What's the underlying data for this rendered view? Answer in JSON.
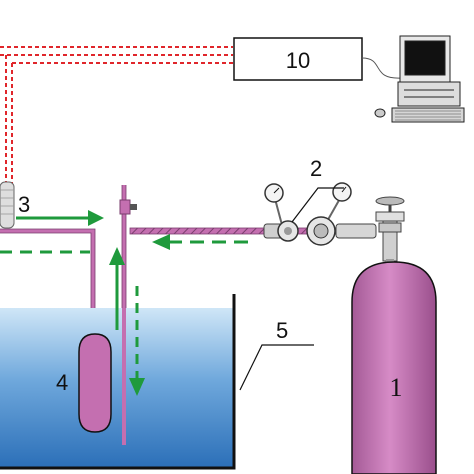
{
  "labels": {
    "cylinder": "1",
    "regulator": "2",
    "left_unit": "3",
    "vessel": "4",
    "bath": "5",
    "control_box": "10"
  },
  "colors": {
    "tube": "#c46fb0",
    "tube_dark": "#7a3d6e",
    "signal_line": "#e0262b",
    "flow_arrow": "#1f9a3c",
    "water_top": "#cfe6f7",
    "water_bottom": "#2b79c4",
    "outline": "#111111"
  },
  "icons": [
    "computer-icon",
    "pressure-gauge-icon",
    "valve-icon"
  ]
}
